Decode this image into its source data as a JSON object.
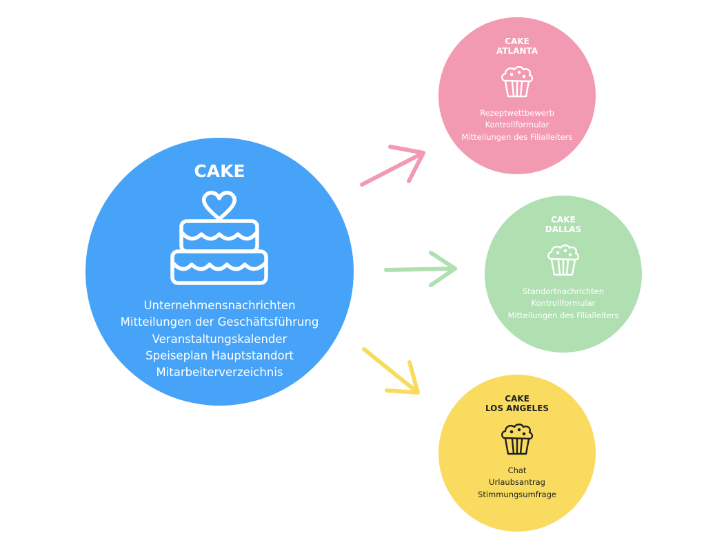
{
  "colors": {
    "main": "#47a3f7",
    "atlanta": "#f39ab3",
    "dallas": "#b0dfb2",
    "la": "#f9dc5f",
    "text_light": "#ffffff",
    "text_dark": "#1e1e1e"
  },
  "main": {
    "title": "CAKE",
    "icon": "cake-icon",
    "items": [
      "Unternehmensnachrichten",
      "Mitteilungen der Geschäftsführung",
      "Veranstaltungskalender",
      "Speiseplan Hauptstandort",
      "Mitarbeiterverzeichnis"
    ]
  },
  "branches": [
    {
      "id": "atlanta",
      "title_line1": "CAKE",
      "title_line2": "ATLANTA",
      "icon": "muffin-icon",
      "items": [
        "Rezeptwettbewerb",
        "Kontrollformular",
        "Mitteilungen des Filialleiters"
      ]
    },
    {
      "id": "dallas",
      "title_line1": "CAKE",
      "title_line2": "DALLAS",
      "icon": "muffin-icon",
      "items": [
        "Standortnachrichten",
        "Kontrollformular",
        "Mitteilungen des Filialleiters"
      ]
    },
    {
      "id": "la",
      "title_line1": "CAKE",
      "title_line2": "LOS ANGELES",
      "icon": "muffin-icon",
      "items": [
        "Chat",
        "Urlaubsantrag",
        "Stimmungsumfrage"
      ]
    }
  ]
}
